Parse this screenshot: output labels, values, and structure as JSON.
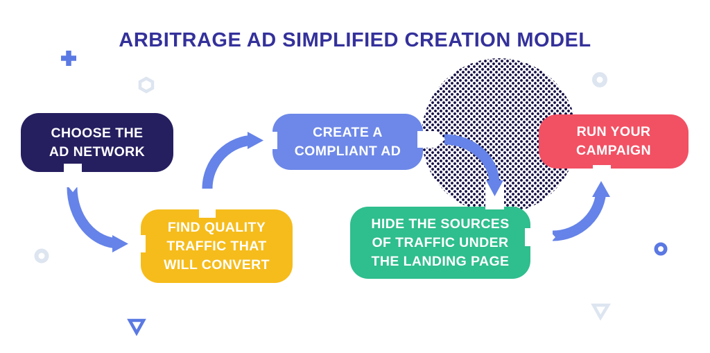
{
  "title": "ARBITRAGE AD SIMPLIFIED CREATION MODEL",
  "steps": [
    {
      "name": "choose-the-ad-network",
      "lines": [
        "CHOOSE THE",
        "AD NETWORK"
      ],
      "bg": "#251f60"
    },
    {
      "name": "find-quality-traffic",
      "lines": [
        "FIND QUALITY",
        "TRAFFIC THAT",
        "WILL CONVERT"
      ],
      "bg": "#f6bc1b"
    },
    {
      "name": "create-a-compliant-ad",
      "lines": [
        "CREATE A",
        "COMPLIANT AD"
      ],
      "bg": "#6d88e8"
    },
    {
      "name": "hide-the-sources",
      "lines": [
        "HIDE THE SOURCES",
        "OF TRAFFIC UNDER",
        "THE LANDING PAGE"
      ],
      "bg": "#2fbe8d"
    },
    {
      "name": "run-your-campaign",
      "lines": [
        "RUN YOUR",
        "CAMPAIGN"
      ],
      "bg": "#f25063"
    }
  ],
  "connectors": [
    {
      "from": "choose-the-ad-network",
      "to": "find-quality-traffic"
    },
    {
      "from": "find-quality-traffic",
      "to": "create-a-compliant-ad"
    },
    {
      "from": "create-a-compliant-ad",
      "to": "hide-the-sources"
    },
    {
      "from": "hide-the-sources",
      "to": "run-your-campaign"
    }
  ],
  "colors": {
    "title": "#34319b",
    "arrow": "#6583e8",
    "deco_blue": "#5b79e3",
    "deco_pale": "#dde5f0",
    "dots": "#171147",
    "text": "#ffffff",
    "background": "#ffffff"
  }
}
